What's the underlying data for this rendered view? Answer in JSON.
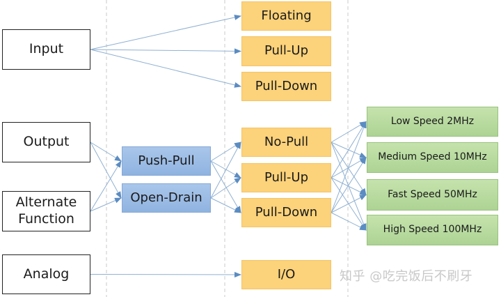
{
  "diagram": {
    "modes": [
      {
        "id": "input",
        "label": "Input"
      },
      {
        "id": "output",
        "label": "Output"
      },
      {
        "id": "alternate",
        "label": "Alternate\nFunction"
      },
      {
        "id": "analog",
        "label": "Analog"
      }
    ],
    "output_types": [
      {
        "id": "push-pull",
        "label": "Push-Pull"
      },
      {
        "id": "open-drain",
        "label": "Open-Drain"
      }
    ],
    "pull_configs": [
      {
        "id": "floating",
        "label": "Floating"
      },
      {
        "id": "in-pull-up",
        "label": "Pull-Up"
      },
      {
        "id": "in-pull-down",
        "label": "Pull-Down"
      },
      {
        "id": "no-pull",
        "label": "No-Pull"
      },
      {
        "id": "out-pull-up",
        "label": "Pull-Up"
      },
      {
        "id": "out-pull-down",
        "label": "Pull-Down"
      },
      {
        "id": "io",
        "label": "I/O"
      }
    ],
    "speeds": [
      {
        "id": "low",
        "label": "Low Speed 2MHz"
      },
      {
        "id": "medium",
        "label": "Medium Speed 10MHz"
      },
      {
        "id": "fast",
        "label": "Fast Speed 50MHz"
      },
      {
        "id": "high",
        "label": "High Speed 100MHz"
      }
    ],
    "edges": [
      [
        "input",
        "floating"
      ],
      [
        "input",
        "in-pull-up"
      ],
      [
        "input",
        "in-pull-down"
      ],
      [
        "output",
        "push-pull"
      ],
      [
        "output",
        "open-drain"
      ],
      [
        "alternate",
        "push-pull"
      ],
      [
        "alternate",
        "open-drain"
      ],
      [
        "push-pull",
        "no-pull"
      ],
      [
        "push-pull",
        "out-pull-up"
      ],
      [
        "push-pull",
        "out-pull-down"
      ],
      [
        "open-drain",
        "no-pull"
      ],
      [
        "open-drain",
        "out-pull-up"
      ],
      [
        "open-drain",
        "out-pull-down"
      ],
      [
        "no-pull",
        "low"
      ],
      [
        "no-pull",
        "medium"
      ],
      [
        "no-pull",
        "fast"
      ],
      [
        "no-pull",
        "high"
      ],
      [
        "out-pull-up",
        "low"
      ],
      [
        "out-pull-up",
        "medium"
      ],
      [
        "out-pull-up",
        "fast"
      ],
      [
        "out-pull-up",
        "high"
      ],
      [
        "out-pull-down",
        "low"
      ],
      [
        "out-pull-down",
        "medium"
      ],
      [
        "out-pull-down",
        "fast"
      ],
      [
        "out-pull-down",
        "high"
      ],
      [
        "analog",
        "io"
      ]
    ],
    "colors": {
      "edge": "#8fb0d2",
      "arrow": "#5b8cc2",
      "divider": "#c8c8c8"
    }
  },
  "watermark": "知乎 @吃完饭后不刷牙"
}
